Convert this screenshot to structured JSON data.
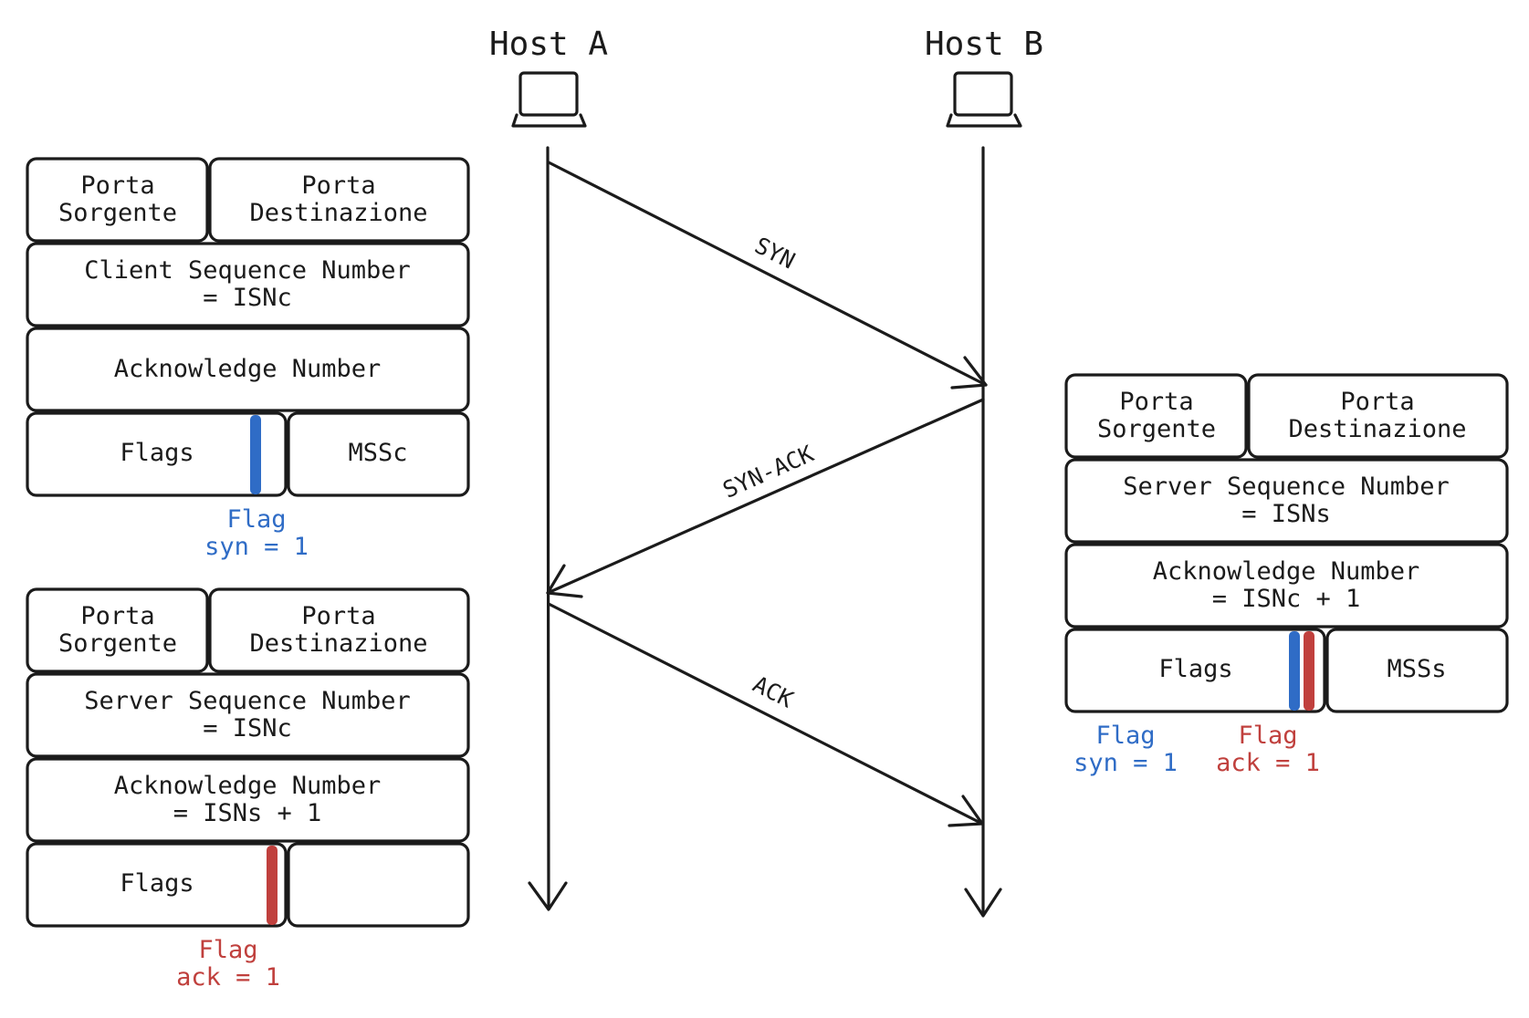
{
  "hosts": {
    "a": "Host A",
    "b": "Host B"
  },
  "messages": {
    "syn": "SYN",
    "syn_ack": "SYN-ACK",
    "ack": "ACK"
  },
  "segment_syn": {
    "source_port": [
      "Porta",
      "Sorgente"
    ],
    "dest_port": [
      "Porta",
      "Destinazione"
    ],
    "sequence": [
      "Client Sequence Number",
      "= ISNc"
    ],
    "ack_number": [
      "Acknowledge Number"
    ],
    "flags": "Flags",
    "mss": "MSSc",
    "flag_syn": [
      "Flag",
      "syn = 1"
    ]
  },
  "segment_syn_ack": {
    "source_port": [
      "Porta",
      "Sorgente"
    ],
    "dest_port": [
      "Porta",
      "Destinazione"
    ],
    "sequence": [
      "Server Sequence Number",
      "= ISNs"
    ],
    "ack_number": [
      "Acknowledge Number",
      "= ISNc + 1"
    ],
    "flags": "Flags",
    "mss": "MSSs",
    "flag_syn": [
      "Flag",
      "syn = 1"
    ],
    "flag_ack": [
      "Flag",
      "ack = 1"
    ]
  },
  "segment_ack": {
    "source_port": [
      "Porta",
      "Sorgente"
    ],
    "dest_port": [
      "Porta",
      "Destinazione"
    ],
    "sequence": [
      "Server Sequence Number",
      "= ISNc"
    ],
    "ack_number": [
      "Acknowledge Number",
      "= ISNs + 1"
    ],
    "flags": "Flags",
    "flag_ack": [
      "Flag",
      "ack = 1"
    ]
  },
  "colors": {
    "syn_flag": "#2f6cc6",
    "ack_flag": "#c0403d",
    "line": "#1b1b1b"
  }
}
